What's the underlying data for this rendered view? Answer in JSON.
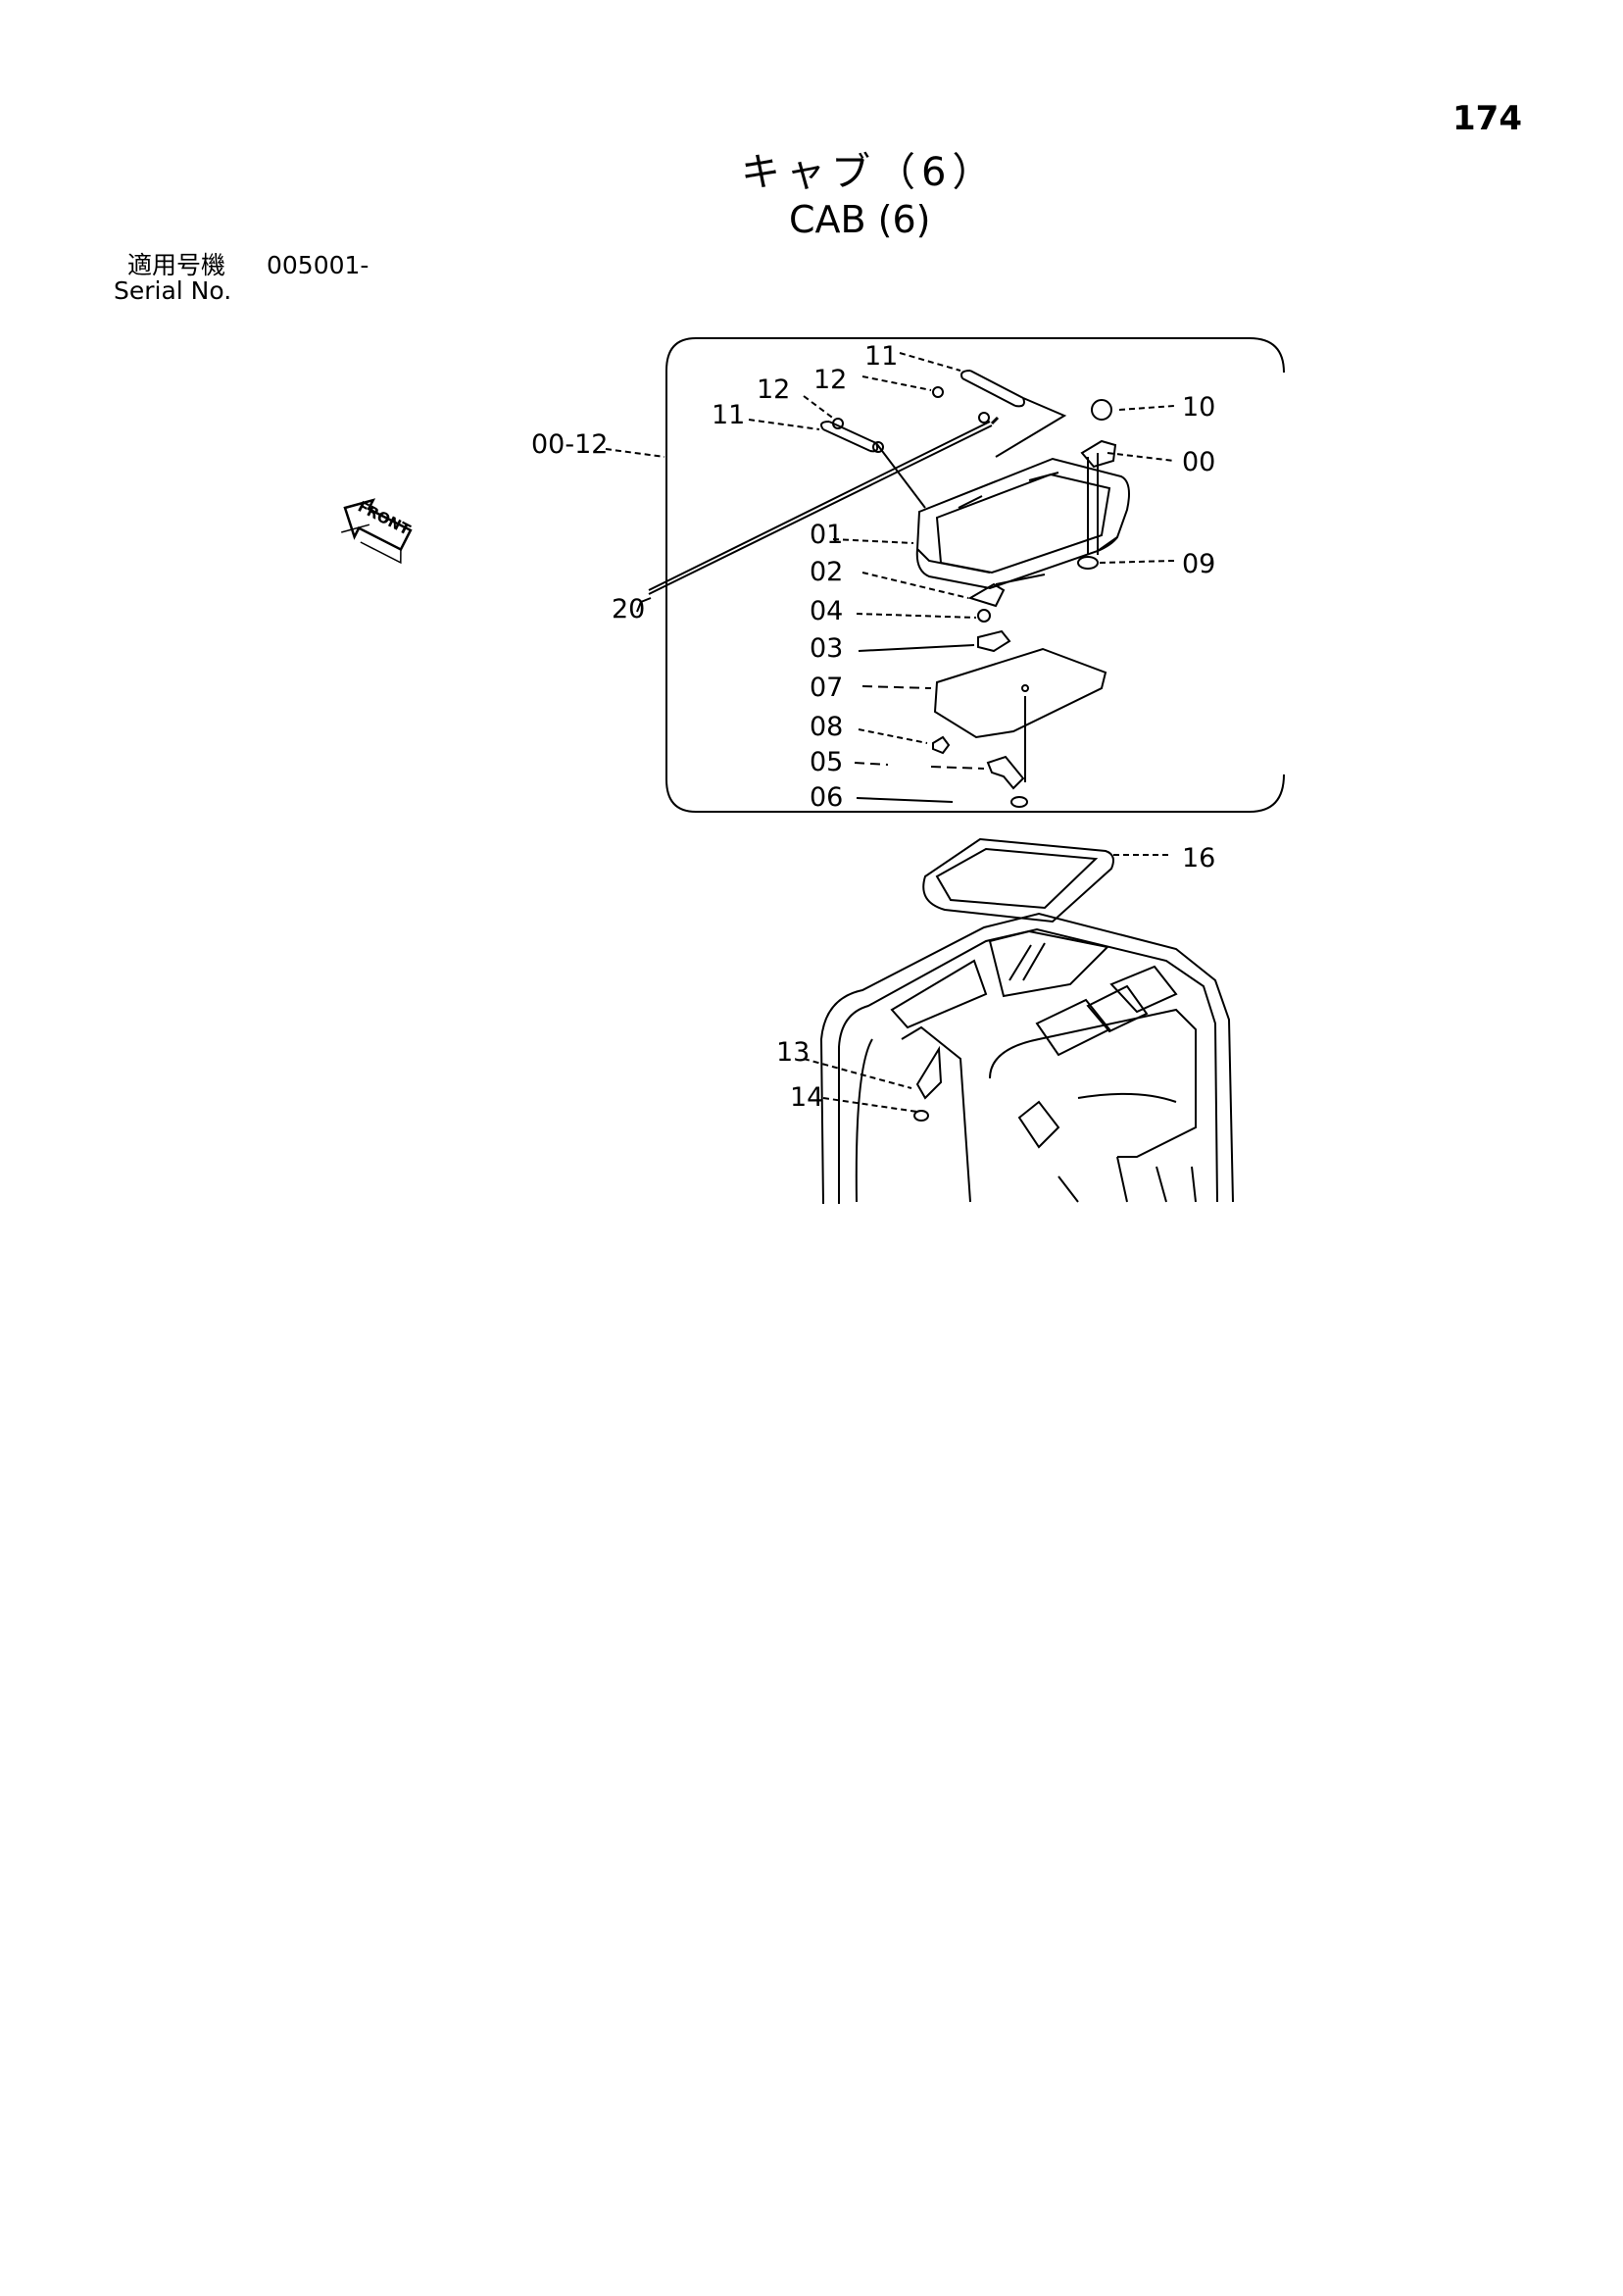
{
  "header": {
    "page_number": "174",
    "title_ja": "キャブ（6）",
    "title_en": "CAB (6)",
    "serial_label_ja": "適用号機",
    "serial_value": "005001-",
    "serial_label_en": "Serial No."
  },
  "diagram": {
    "front_label": "FRONT",
    "callouts": {
      "c00_12": "00-12",
      "c11_top": "11",
      "c12_top": "12",
      "c12_left": "12",
      "c11_left": "11",
      "c10": "10",
      "c00": "00",
      "c01": "01",
      "c09": "09",
      "c02": "02",
      "c20": "20",
      "c04": "04",
      "c03": "03",
      "c07": "07",
      "c08": "08",
      "c05": "05",
      "c06": "06",
      "c16": "16",
      "c13": "13",
      "c14": "14"
    }
  }
}
